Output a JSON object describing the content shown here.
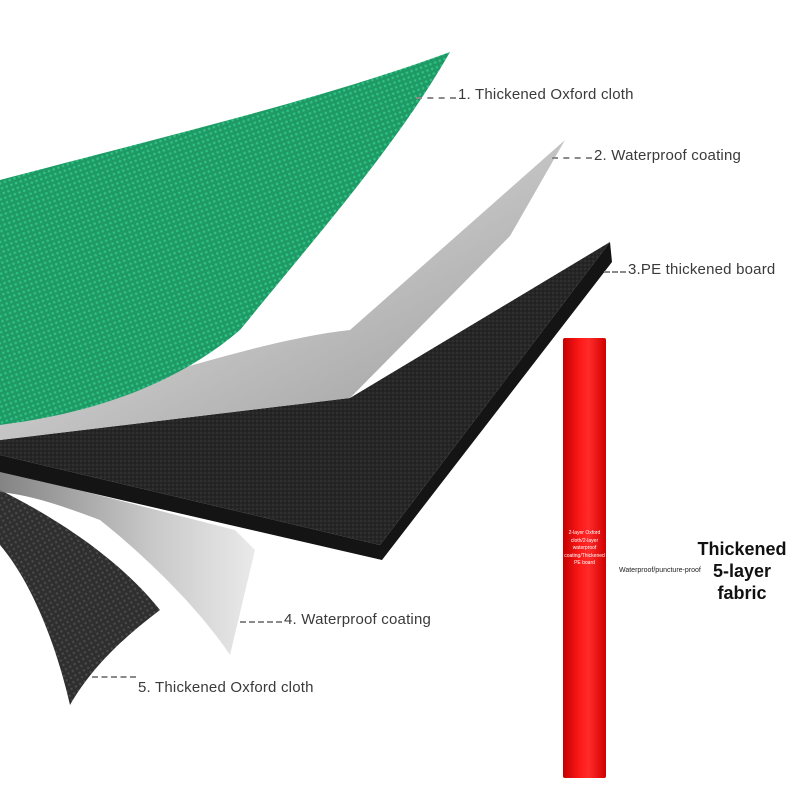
{
  "layers": [
    {
      "label": "1. Thickened Oxford cloth",
      "color": "#1f9a66"
    },
    {
      "label": "2. Waterproof coating",
      "color": "#d9d9d9"
    },
    {
      "label": "3.PE thickened board",
      "color": "#2e2e2e"
    },
    {
      "label": "4. Waterproof coating",
      "color": "#c9c9c9"
    },
    {
      "label": "5. Thickened Oxford cloth",
      "color": "#3a3a3a"
    }
  ],
  "strip": {
    "lines": [
      "2-layer Oxford",
      "cloth/2-layer",
      "waterproof",
      "coating/Thickened",
      "PE board"
    ],
    "side_note": "Waterproof/puncture-proof",
    "color": "#ff1a1a"
  },
  "title": {
    "lines": [
      "Thickened",
      "5-layer",
      "fabric"
    ]
  }
}
